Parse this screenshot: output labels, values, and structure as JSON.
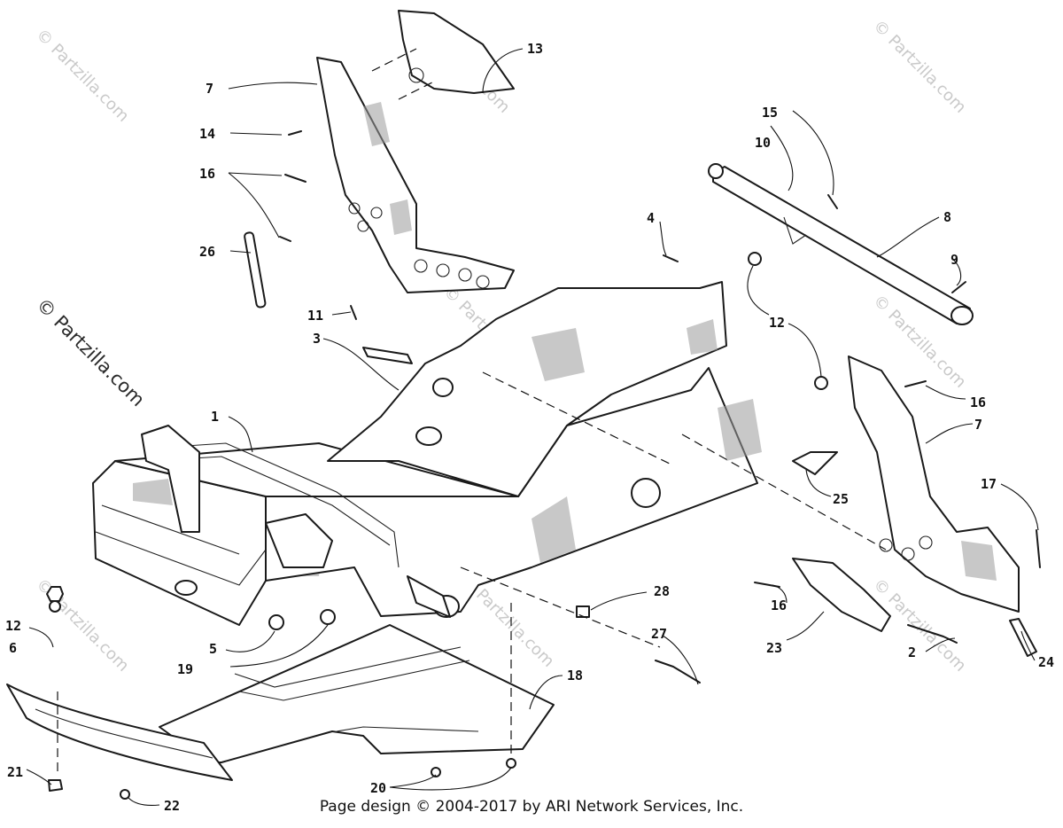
{
  "watermark": "© Partzilla.com",
  "footer": "Page design © 2004-2017 by ARI Network Services, Inc.",
  "callouts": {
    "c1": "1",
    "c2": "2",
    "c3": "3",
    "c4": "4",
    "c5": "5",
    "c6": "6",
    "c7a": "7",
    "c7b": "7",
    "c8": "8",
    "c9": "9",
    "c10": "10",
    "c11": "11",
    "c12a": "12",
    "c12b": "12",
    "c13": "13",
    "c14": "14",
    "c15": "15",
    "c16a": "16",
    "c16b": "16",
    "c16c": "16",
    "c17": "17",
    "c18": "18",
    "c19": "19",
    "c20": "20",
    "c21": "21",
    "c22": "22",
    "c23": "23",
    "c24": "24",
    "c25": "25",
    "c26": "26",
    "c27": "27",
    "c28": "28"
  }
}
